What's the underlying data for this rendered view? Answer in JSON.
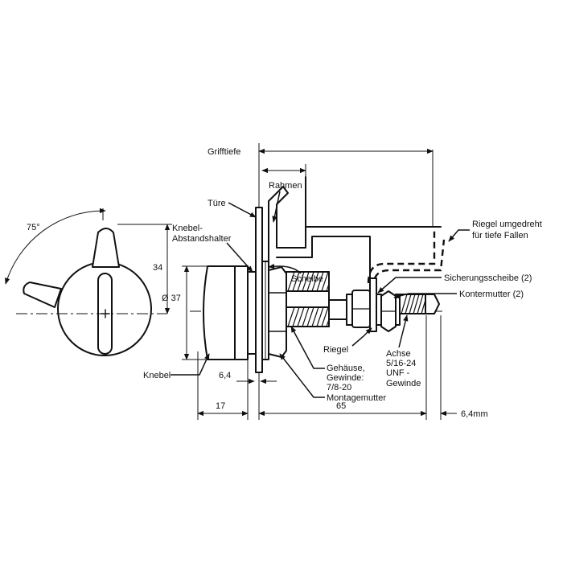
{
  "labels": {
    "grifftiefe": "Grifftiefe",
    "rahmen": "Rahmen",
    "tuere": "Türe",
    "abstandshalter_1": "Knebel-",
    "abstandshalter_2": "Abstandshalter",
    "riegel_umgedreht_1": "Riegel umgedreht",
    "riegel_umgedreht_2": "für tiefe Fallen",
    "scheibe": "Scheibe",
    "sicherungsscheibe": "Sicherungsscheibe (2)",
    "kontermutter": "Kontermutter (2)",
    "riegel": "Riegel",
    "achse_1": "Achse",
    "achse_2": "5/16-24",
    "achse_3": "UNF -",
    "achse_4": "Gewinde",
    "gehaeuse_1": "Gehäuse,",
    "gehaeuse_2": "Gewinde:",
    "gehaeuse_3": "7/8-20",
    "montagemutter": "Montagemutter",
    "knebel": "Knebel"
  },
  "dimensions": {
    "angle": "75°",
    "knob_height": "34",
    "diameter": "Ø 37",
    "spacer": "6,4",
    "knob_depth": "17",
    "body_length": "65",
    "shaft_end": "6,4mm"
  }
}
